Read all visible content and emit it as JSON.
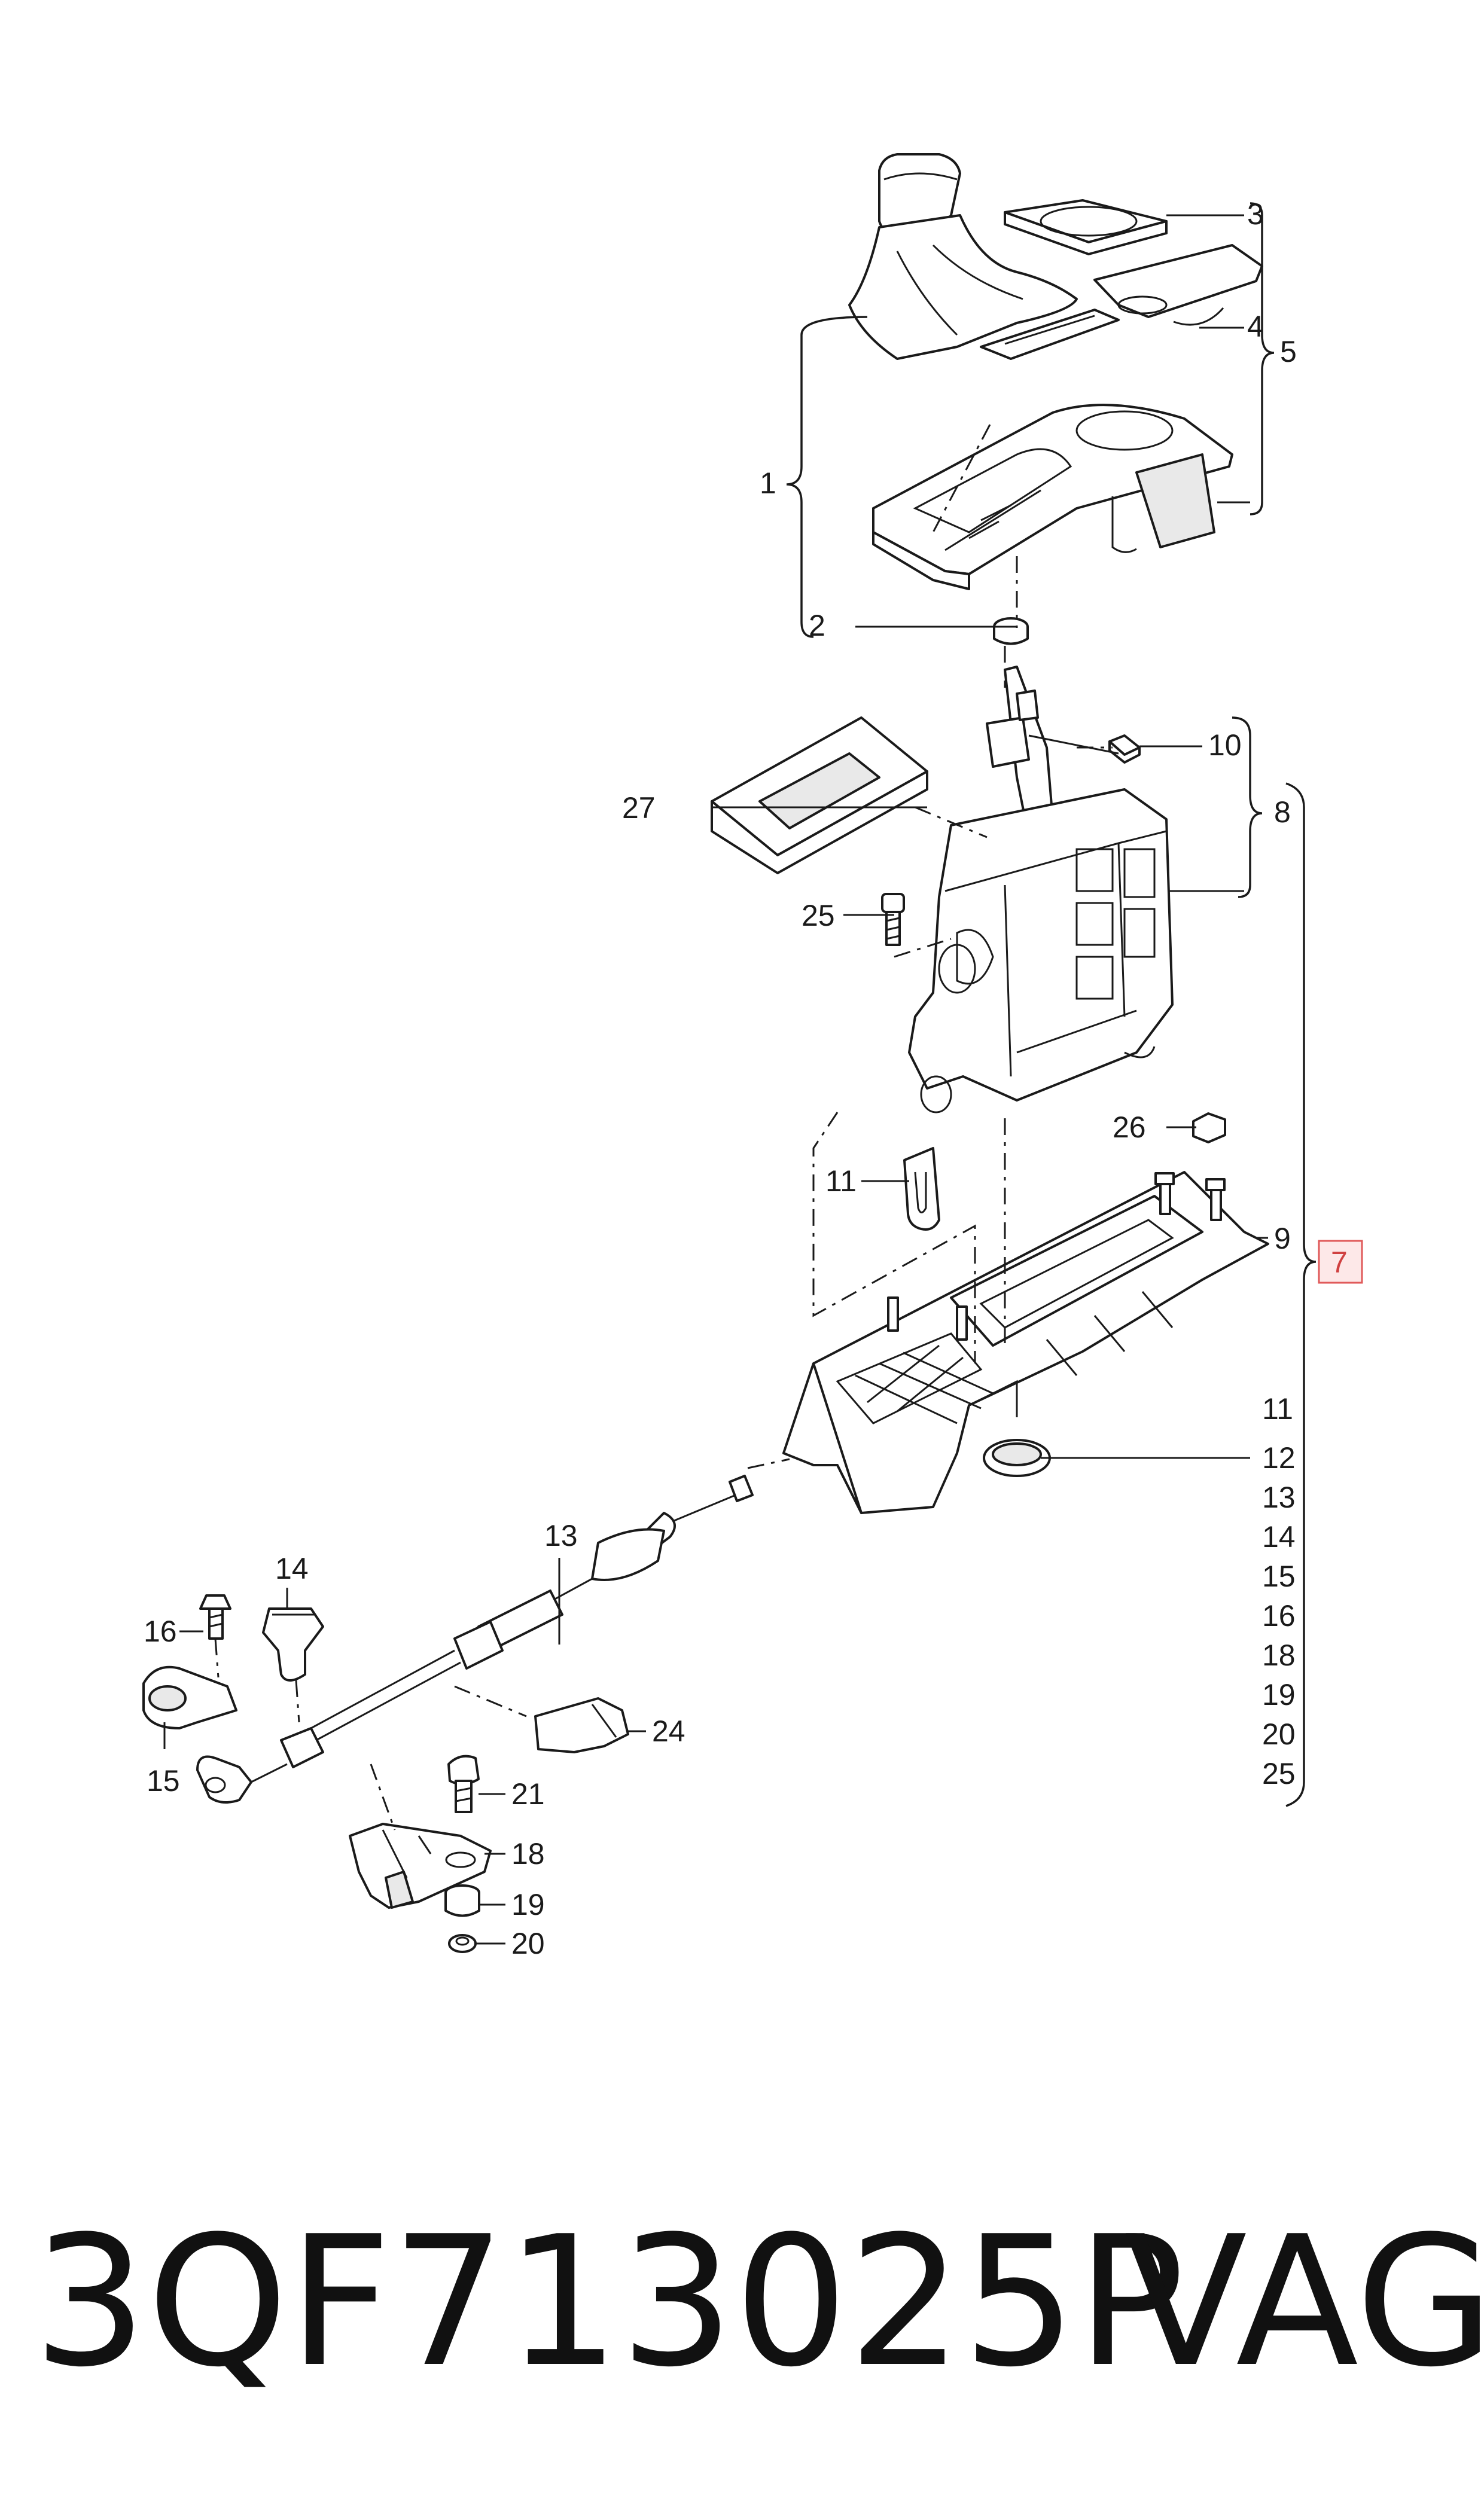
{
  "callouts": {
    "c1": "1",
    "c2": "2",
    "c3": "3",
    "c4": "4",
    "c5": "5",
    "c7": "7",
    "c8": "8",
    "c9": "9",
    "c10": "10",
    "c11": "11",
    "c13": "13",
    "c14": "14",
    "c15": "15",
    "c16": "16",
    "c18": "18",
    "c19": "19",
    "c20": "20",
    "c21": "21",
    "c24": "24",
    "c25": "25",
    "c26": "26",
    "c27": "27"
  },
  "kit_7_list": [
    "11",
    "12",
    "13",
    "14",
    "15",
    "16",
    "18",
    "19",
    "20",
    "25"
  ],
  "footer": {
    "part_number": "3QF713025P",
    "brand": "VAG"
  },
  "colors": {
    "line": "#1a1a1a",
    "highlight_box": "#e05a5a",
    "highlight_text": "#d04040"
  }
}
